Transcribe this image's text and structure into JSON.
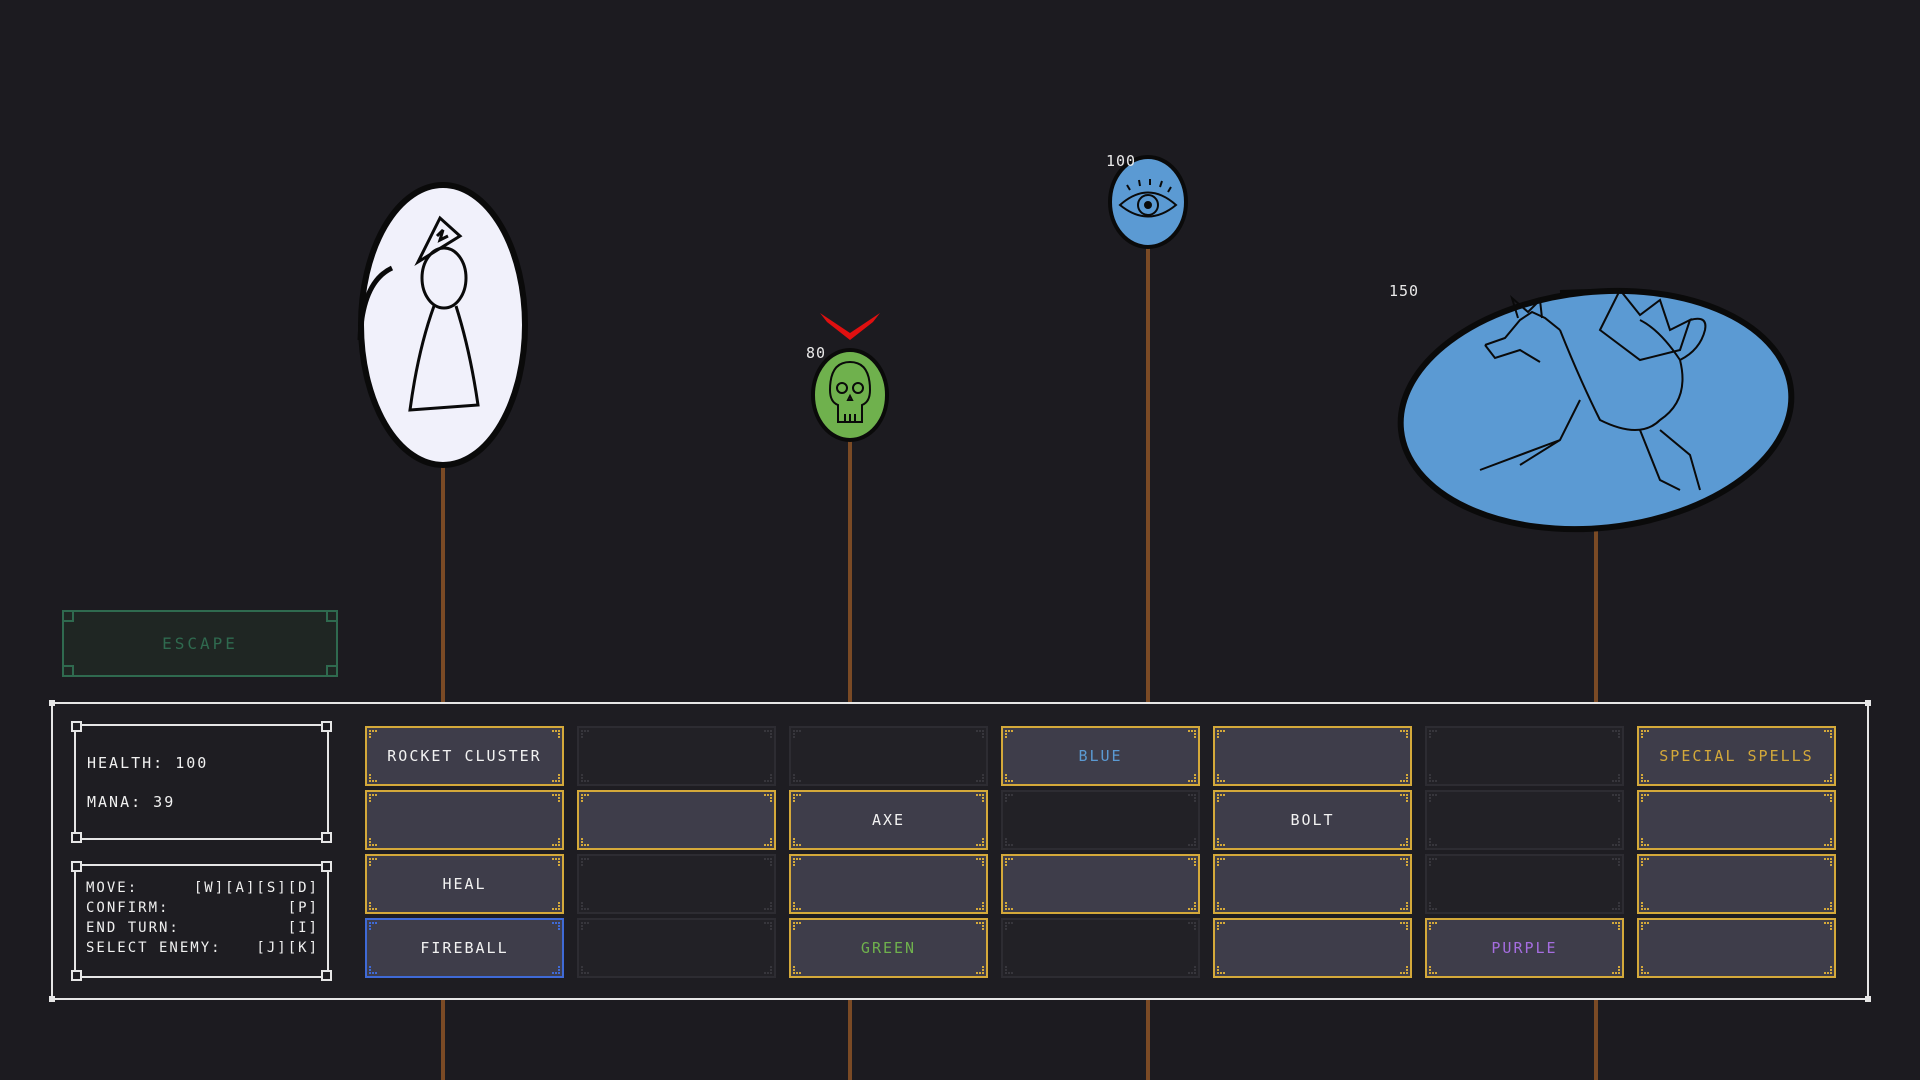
{
  "colors": {
    "background": "#1c1b20",
    "pole": "#7a4a25",
    "player_body": "#f1f1fb",
    "skull_enemy": "#6fb14d",
    "eye_enemy": "#5b9ad3",
    "dragon_enemy": "#5b9ad3",
    "target_marker": "#e01010",
    "slot_border": "#d4a93a",
    "slot_fill": "#3e3d4a",
    "selected_border": "#3f6ad6",
    "escape": "#2f6a4f",
    "blue_text": "#5b9ad3",
    "green_text": "#6fb14d",
    "purple_text": "#a56de0",
    "special_text": "#d4a93a"
  },
  "battlefield": {
    "player": {
      "name_icon": "wizard-icon"
    },
    "enemies": [
      {
        "id": "skull",
        "hp": "80",
        "icon": "skull-icon",
        "targeted": true
      },
      {
        "id": "eye",
        "hp": "100",
        "icon": "eye-icon",
        "targeted": false
      },
      {
        "id": "dragon",
        "hp": "150",
        "icon": "dragon-icon",
        "targeted": false
      }
    ]
  },
  "escape_label": "ESCAPE",
  "stats": {
    "health": "HEALTH: 100",
    "mana": "MANA: 39"
  },
  "controls": [
    {
      "label": "MOVE:",
      "keys": "[W][A][S][D]"
    },
    {
      "label": "CONFIRM:",
      "keys": "[P]"
    },
    {
      "label": "END TURN:",
      "keys": "[I]"
    },
    {
      "label": "SELECT ENEMY:",
      "keys": "[J][K]"
    }
  ],
  "spell_grid": [
    [
      {
        "label": "ROCKET CLUSTER",
        "state": "filled"
      },
      {
        "label": "",
        "state": "empty"
      },
      {
        "label": "",
        "state": "empty"
      },
      {
        "label": "BLUE",
        "state": "filled",
        "color": "#5b9ad3"
      },
      {
        "label": "",
        "state": "filled"
      },
      {
        "label": "",
        "state": "empty"
      },
      {
        "label": "SPECIAL SPELLS",
        "state": "filled",
        "color": "#d4a93a"
      }
    ],
    [
      {
        "label": "",
        "state": "filled"
      },
      {
        "label": "",
        "state": "filled"
      },
      {
        "label": "AXE",
        "state": "filled"
      },
      {
        "label": "",
        "state": "empty"
      },
      {
        "label": "BOLT",
        "state": "filled"
      },
      {
        "label": "",
        "state": "empty"
      },
      {
        "label": "",
        "state": "filled"
      }
    ],
    [
      {
        "label": "HEAL",
        "state": "filled"
      },
      {
        "label": "",
        "state": "empty"
      },
      {
        "label": "",
        "state": "filled"
      },
      {
        "label": "",
        "state": "filled"
      },
      {
        "label": "",
        "state": "filled"
      },
      {
        "label": "",
        "state": "empty"
      },
      {
        "label": "",
        "state": "filled"
      }
    ],
    [
      {
        "label": "FIREBALL",
        "state": "selected"
      },
      {
        "label": "",
        "state": "empty"
      },
      {
        "label": "GREEN",
        "state": "filled",
        "color": "#6fb14d"
      },
      {
        "label": "",
        "state": "empty"
      },
      {
        "label": "",
        "state": "filled"
      },
      {
        "label": "PURPLE",
        "state": "filled",
        "color": "#a56de0"
      },
      {
        "label": "",
        "state": "filled"
      }
    ]
  ]
}
